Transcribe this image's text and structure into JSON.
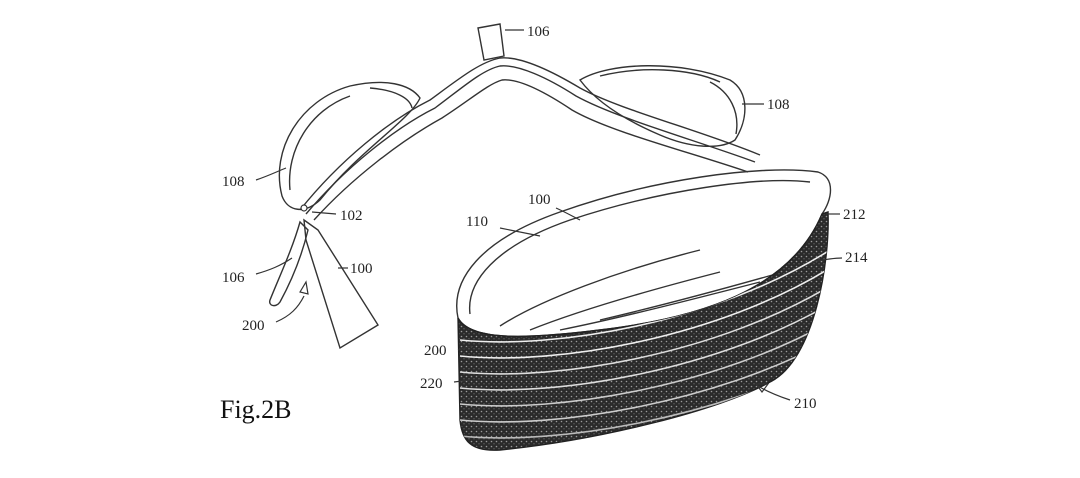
{
  "figure": {
    "title": "Fig.2B",
    "labels": {
      "l106_top": "106",
      "l108_right": "108",
      "l108_left": "108",
      "l102": "102",
      "l110": "110",
      "l100_inner": "100",
      "l212": "212",
      "l214": "214",
      "l106_left": "106",
      "l100_strip": "100",
      "l200_left": "200",
      "l200_band": "200",
      "l220": "220",
      "l210": "210"
    }
  }
}
